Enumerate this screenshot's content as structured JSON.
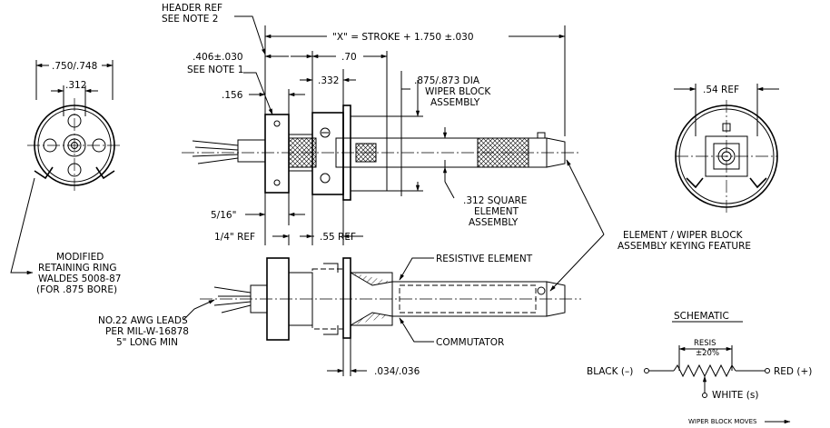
{
  "labels": {
    "header_ref": "HEADER REF",
    "see_note_2": "SEE NOTE 2",
    "x_stroke": "\"X\" = STROKE + 1.750 ±.030",
    "dim_406": ".406±.030",
    "see_note_1": "SEE NOTE 1",
    "dim_70": ".70",
    "dim_332": ".332",
    "dim_156": ".156",
    "dia_line1": ".875/.873 DIA",
    "dia_line2": "WIPER BLOCK",
    "dia_line3": "ASSEMBLY",
    "square_line1": ".312 SQUARE",
    "square_line2": "ELEMENT",
    "square_line3": "ASSEMBLY",
    "dim_5_16": "5/16\"",
    "dim_1_4": "1/4\" REF",
    "dim_55": ".55 REF",
    "dim_750": ".750/.748",
    "dim_312": ".312",
    "dim_54": ".54 REF",
    "keying_line1": "ELEMENT / WIPER BLOCK",
    "keying_line2": "ASSEMBLY KEYING FEATURE",
    "ring_line1": "MODIFIED",
    "ring_line2": "RETAINING RING",
    "ring_line3": "WALDES 5008-87",
    "ring_line4": "(FOR .875 BORE)",
    "resistive_element": "RESISTIVE ELEMENT",
    "leads_line1": "NO.22 AWG LEADS",
    "leads_line2": "PER MIL-W-16878",
    "leads_line3": "5\" LONG MIN",
    "commutator": "COMMUTATOR",
    "dim_034": ".034/.036",
    "schematic_title": "SCHEMATIC",
    "resis": "RESIS",
    "resis_tol": "±20%",
    "black": "BLACK (–)",
    "red": "RED (+)",
    "white": "WHITE (s)",
    "wiper_moves": "WIPER BLOCK MOVES"
  },
  "colors": {
    "ink": "#000000",
    "paper": "#ffffff"
  }
}
